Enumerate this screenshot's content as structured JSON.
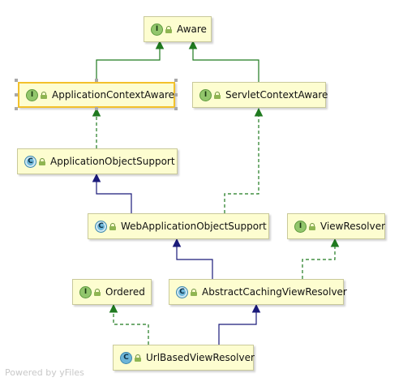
{
  "nodes": {
    "aware": {
      "label": "Aware",
      "kind": "I"
    },
    "app_ctx_aware": {
      "label": "ApplicationContextAware",
      "kind": "I"
    },
    "servlet_ctx_aware": {
      "label": "ServletContextAware",
      "kind": "I"
    },
    "app_obj_support": {
      "label": "ApplicationObjectSupport",
      "kind": "C"
    },
    "web_app_obj_support": {
      "label": "WebApplicationObjectSupport",
      "kind": "C"
    },
    "view_resolver": {
      "label": "ViewResolver",
      "kind": "I"
    },
    "ordered": {
      "label": "Ordered",
      "kind": "I"
    },
    "abstract_caching": {
      "label": "AbstractCachingViewResolver",
      "kind": "C"
    },
    "url_based": {
      "label": "UrlBasedViewResolver",
      "kind": "C"
    }
  },
  "colors": {
    "extends": "#1a1a7a",
    "implements": "#1f7a1f",
    "node_fill": "#fdfdd0",
    "selection": "#f3c12b"
  },
  "footer": "Powered by yFiles"
}
